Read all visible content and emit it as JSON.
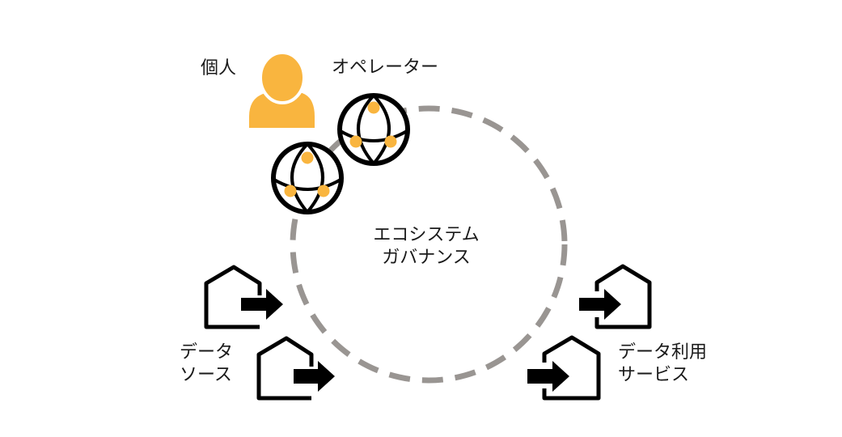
{
  "labels": {
    "individual": "個人",
    "operator": "オペレーター",
    "governance_line1": "エコシステム",
    "governance_line2": "ガバナンス",
    "data_source_line1": "データ",
    "data_source_line2": "ソース",
    "data_usage_line1": "データ利用",
    "data_usage_line2": "サービス"
  },
  "colors": {
    "accent": "#f9b53f",
    "dashed_circle": "#999592",
    "stroke": "#000000"
  },
  "icons": {
    "individual": "person-icon",
    "operator": "network-node-icon",
    "data_source": "house-arrow-out-icon",
    "data_usage": "house-arrow-in-icon"
  }
}
